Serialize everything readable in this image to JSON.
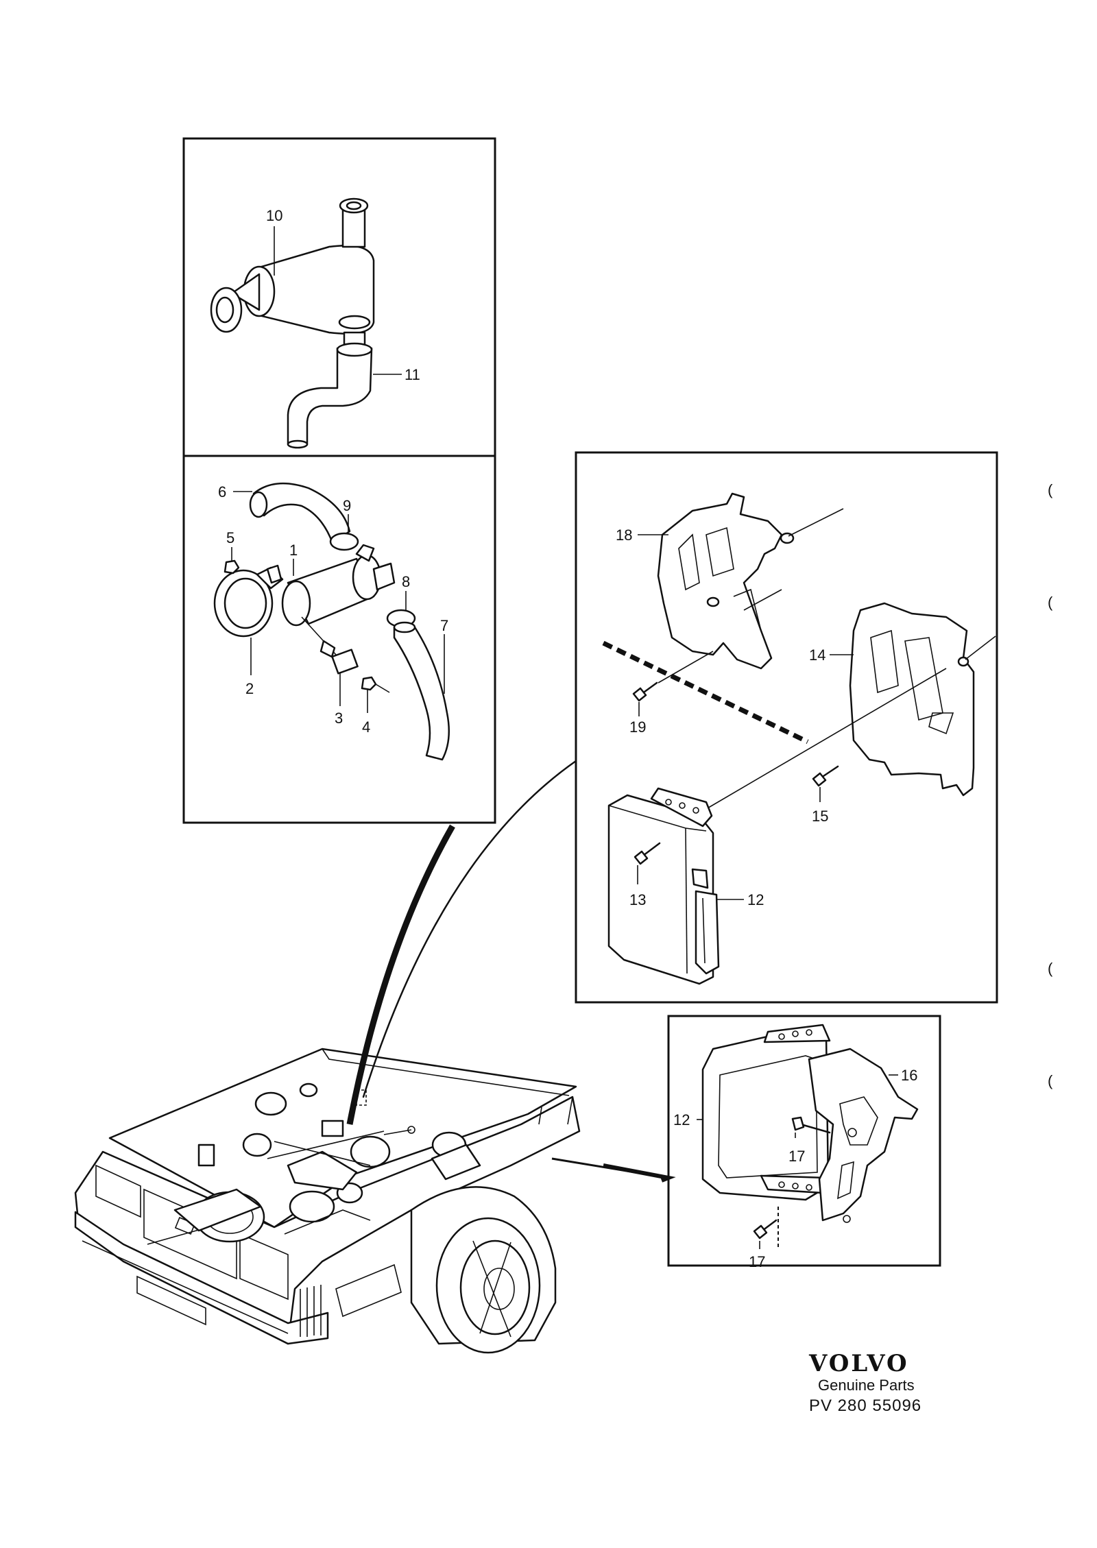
{
  "callouts": {
    "c1": "1",
    "c2": "2",
    "c3": "3",
    "c4": "4",
    "c5": "5",
    "c6": "6",
    "c7": "7",
    "c8": "8",
    "c9": "9",
    "c10": "10",
    "c11": "11",
    "c12a": "12",
    "c12b": "12",
    "c13": "13",
    "c14": "14",
    "c15": "15",
    "c16": "16",
    "c17a": "17",
    "c17b": "17",
    "c18": "18",
    "c19": "19"
  },
  "brand": {
    "logo_text": "VOLVO",
    "subtitle": "Genuine Parts",
    "code": "PV 280 55096"
  },
  "margin_marks": [
    "(",
    "(",
    "(",
    "("
  ]
}
